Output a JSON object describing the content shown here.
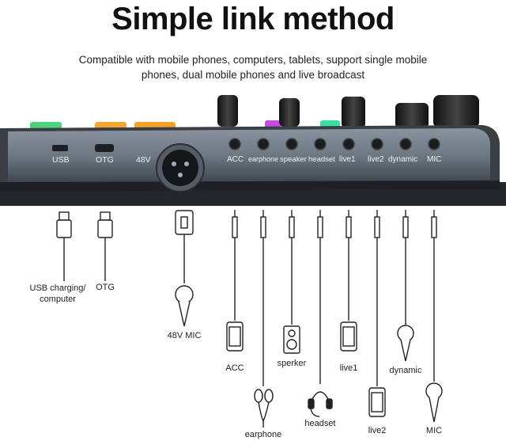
{
  "title": "Simple link method",
  "subtitle_line1": "Compatible with mobile phones, computers, tablets, support single mobile",
  "subtitle_line2": "phones, dual mobile phones and live broadcast",
  "panel_labels": {
    "usb": "USB",
    "otg": "OTG",
    "v48": "48V",
    "acc": "ACC",
    "earphone": "earphone",
    "speaker": "speaker",
    "headset": "headset",
    "live1": "live1",
    "live2": "live2",
    "dynamic": "dynamic",
    "mic": "MIC"
  },
  "device_labels": {
    "usb_line1": "USB charging/",
    "usb_line2": "computer",
    "otg": "OTG",
    "mic48v": "48V MIC",
    "acc": "ACC",
    "earphone": "earphone",
    "sperker": "sperker",
    "headset": "headset",
    "live1": "live1",
    "live2": "live2",
    "dynamic": "dynamic",
    "mic": "MIC"
  },
  "icons": [
    "usb-plug-icon",
    "otg-plug-icon",
    "xlr-plug-icon",
    "microphone-icon",
    "phone-icon",
    "earphones-icon",
    "speaker-icon",
    "headset-icon",
    "jack-plug-icon"
  ]
}
